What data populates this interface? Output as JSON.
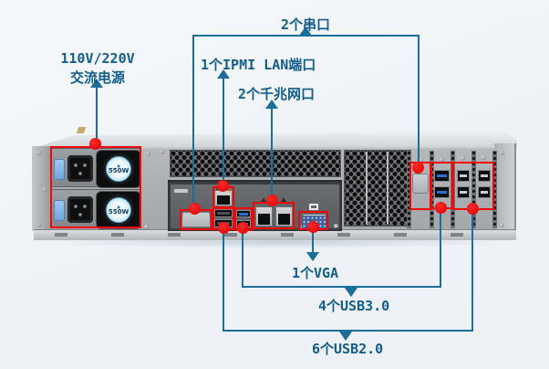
{
  "colors": {
    "annotation_line": "#1b6d9b",
    "annotation_text": "#135d8c",
    "highlight_red": "#f40606"
  },
  "annotations": {
    "power": {
      "line1": "110V/220V",
      "line2": "交流电源"
    },
    "serial_ports": "2个串口",
    "ipmi_lan": "1个IPMI LAN端口",
    "gigabit_lan": "2个千兆网口",
    "vga": "1个VGA",
    "usb30": "4个USB3.0",
    "usb20": "6个USB2.0"
  },
  "device": {
    "psu_wattage": "550W"
  }
}
